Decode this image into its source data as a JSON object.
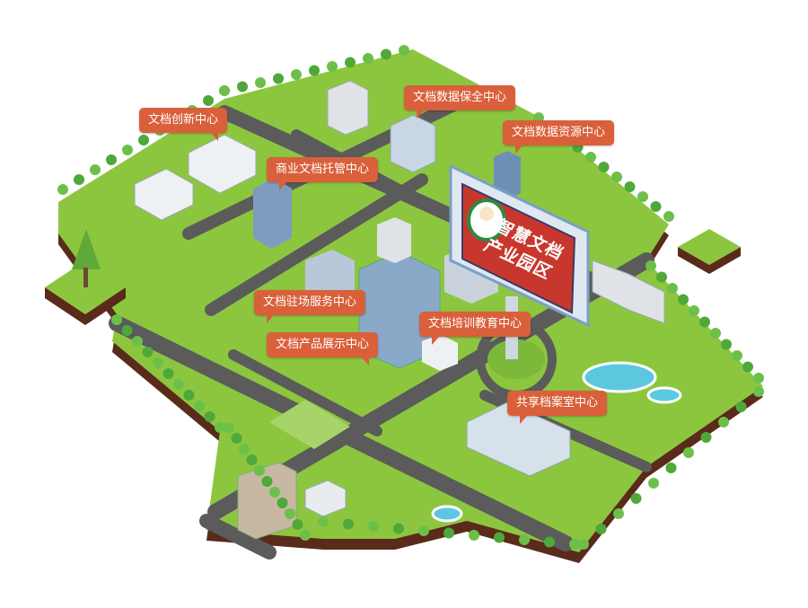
{
  "billboard": {
    "line1": "智慧文档",
    "line2": "产业园区",
    "logo": "mascot-logo"
  },
  "labels": [
    {
      "id": "innovation",
      "text": "文档创新中心"
    },
    {
      "id": "data-preservation",
      "text": "文档数据保全中心"
    },
    {
      "id": "data-resource",
      "text": "文档数据资源中心"
    },
    {
      "id": "business-hosting",
      "text": "商业文档托管中心"
    },
    {
      "id": "onsite-service",
      "text": "文档驻场服务中心"
    },
    {
      "id": "training",
      "text": "文档培训教育中心"
    },
    {
      "id": "product-display",
      "text": "文档产品展示中心"
    },
    {
      "id": "shared-archive",
      "text": "共享档案室中心"
    }
  ],
  "colors": {
    "label": "#d9603b",
    "grass": "#8cc63f",
    "road": "#5b5b5b",
    "edge": "#5a2a1a",
    "billboard": "#c8372d"
  }
}
